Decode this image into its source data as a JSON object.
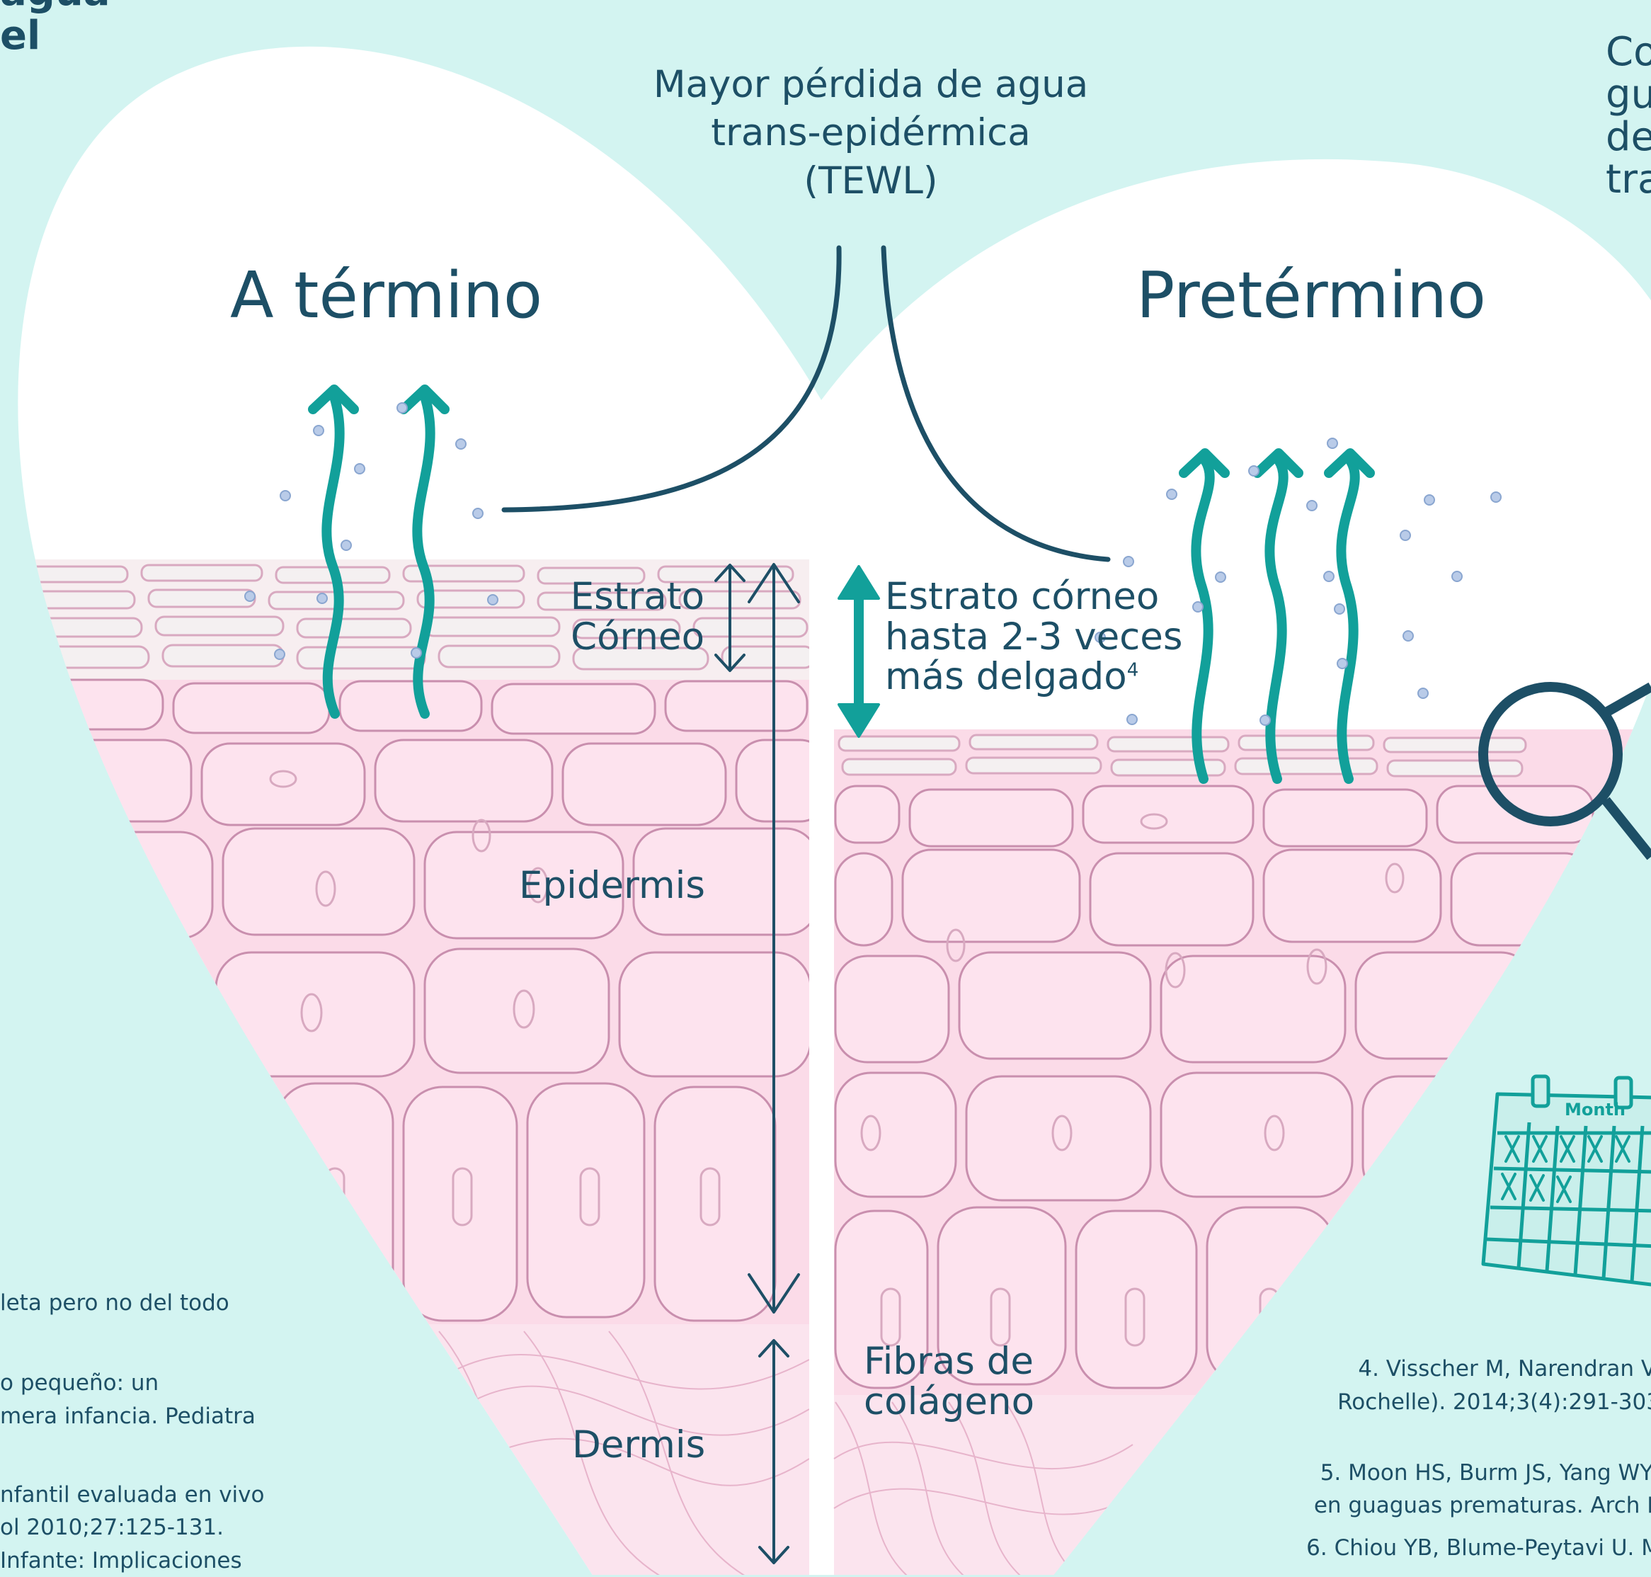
{
  "corner_title": [
    "agua",
    "el"
  ],
  "corner_right": [
    "Co",
    "gu",
    "de",
    "tra"
  ],
  "tewl_label": [
    "Mayor pérdida de agua",
    "trans-epidérmica",
    "(TEWL)"
  ],
  "term_heading": "A término",
  "preterm_heading": "Pretérmino",
  "stratum_label": [
    "Estrato",
    "Córneo"
  ],
  "epidermis_label": "Epidermis",
  "dermis_label": "Dermis",
  "preterm_stratum_label": {
    "line1": "Estrato córneo",
    "line2": "hasta 2-3 veces",
    "line3": "más delgado",
    "sup": "4"
  },
  "collagen_label": [
    "Fibras de",
    "colágeno"
  ],
  "calendar_month": "Month",
  "left_refs": [
    "leta pero no del todo",
    "o pequeño: un",
    "mera infancia. Pediatra",
    "nfantil evaluada en vivo",
    "ol 2010;27:125-131.",
    "Infante: Implicaciones"
  ],
  "right_refs": [
    "4. Visscher M, Narendran V.",
    "Rochelle). 2014;3(4):291-303",
    "5. Moon HS, Burm JS, Yang WY,",
    "en guaguas prematuras. Arch P",
    "6. Chiou YB, Blume-Peytavi U. M"
  ],
  "colors": {
    "background": "#d3f4f1",
    "heart": "#ffffff",
    "skin": "#fbdbe8",
    "cell_outline": "#c98fae",
    "accent_teal": "#12a09a",
    "text": "#1d4f66"
  }
}
